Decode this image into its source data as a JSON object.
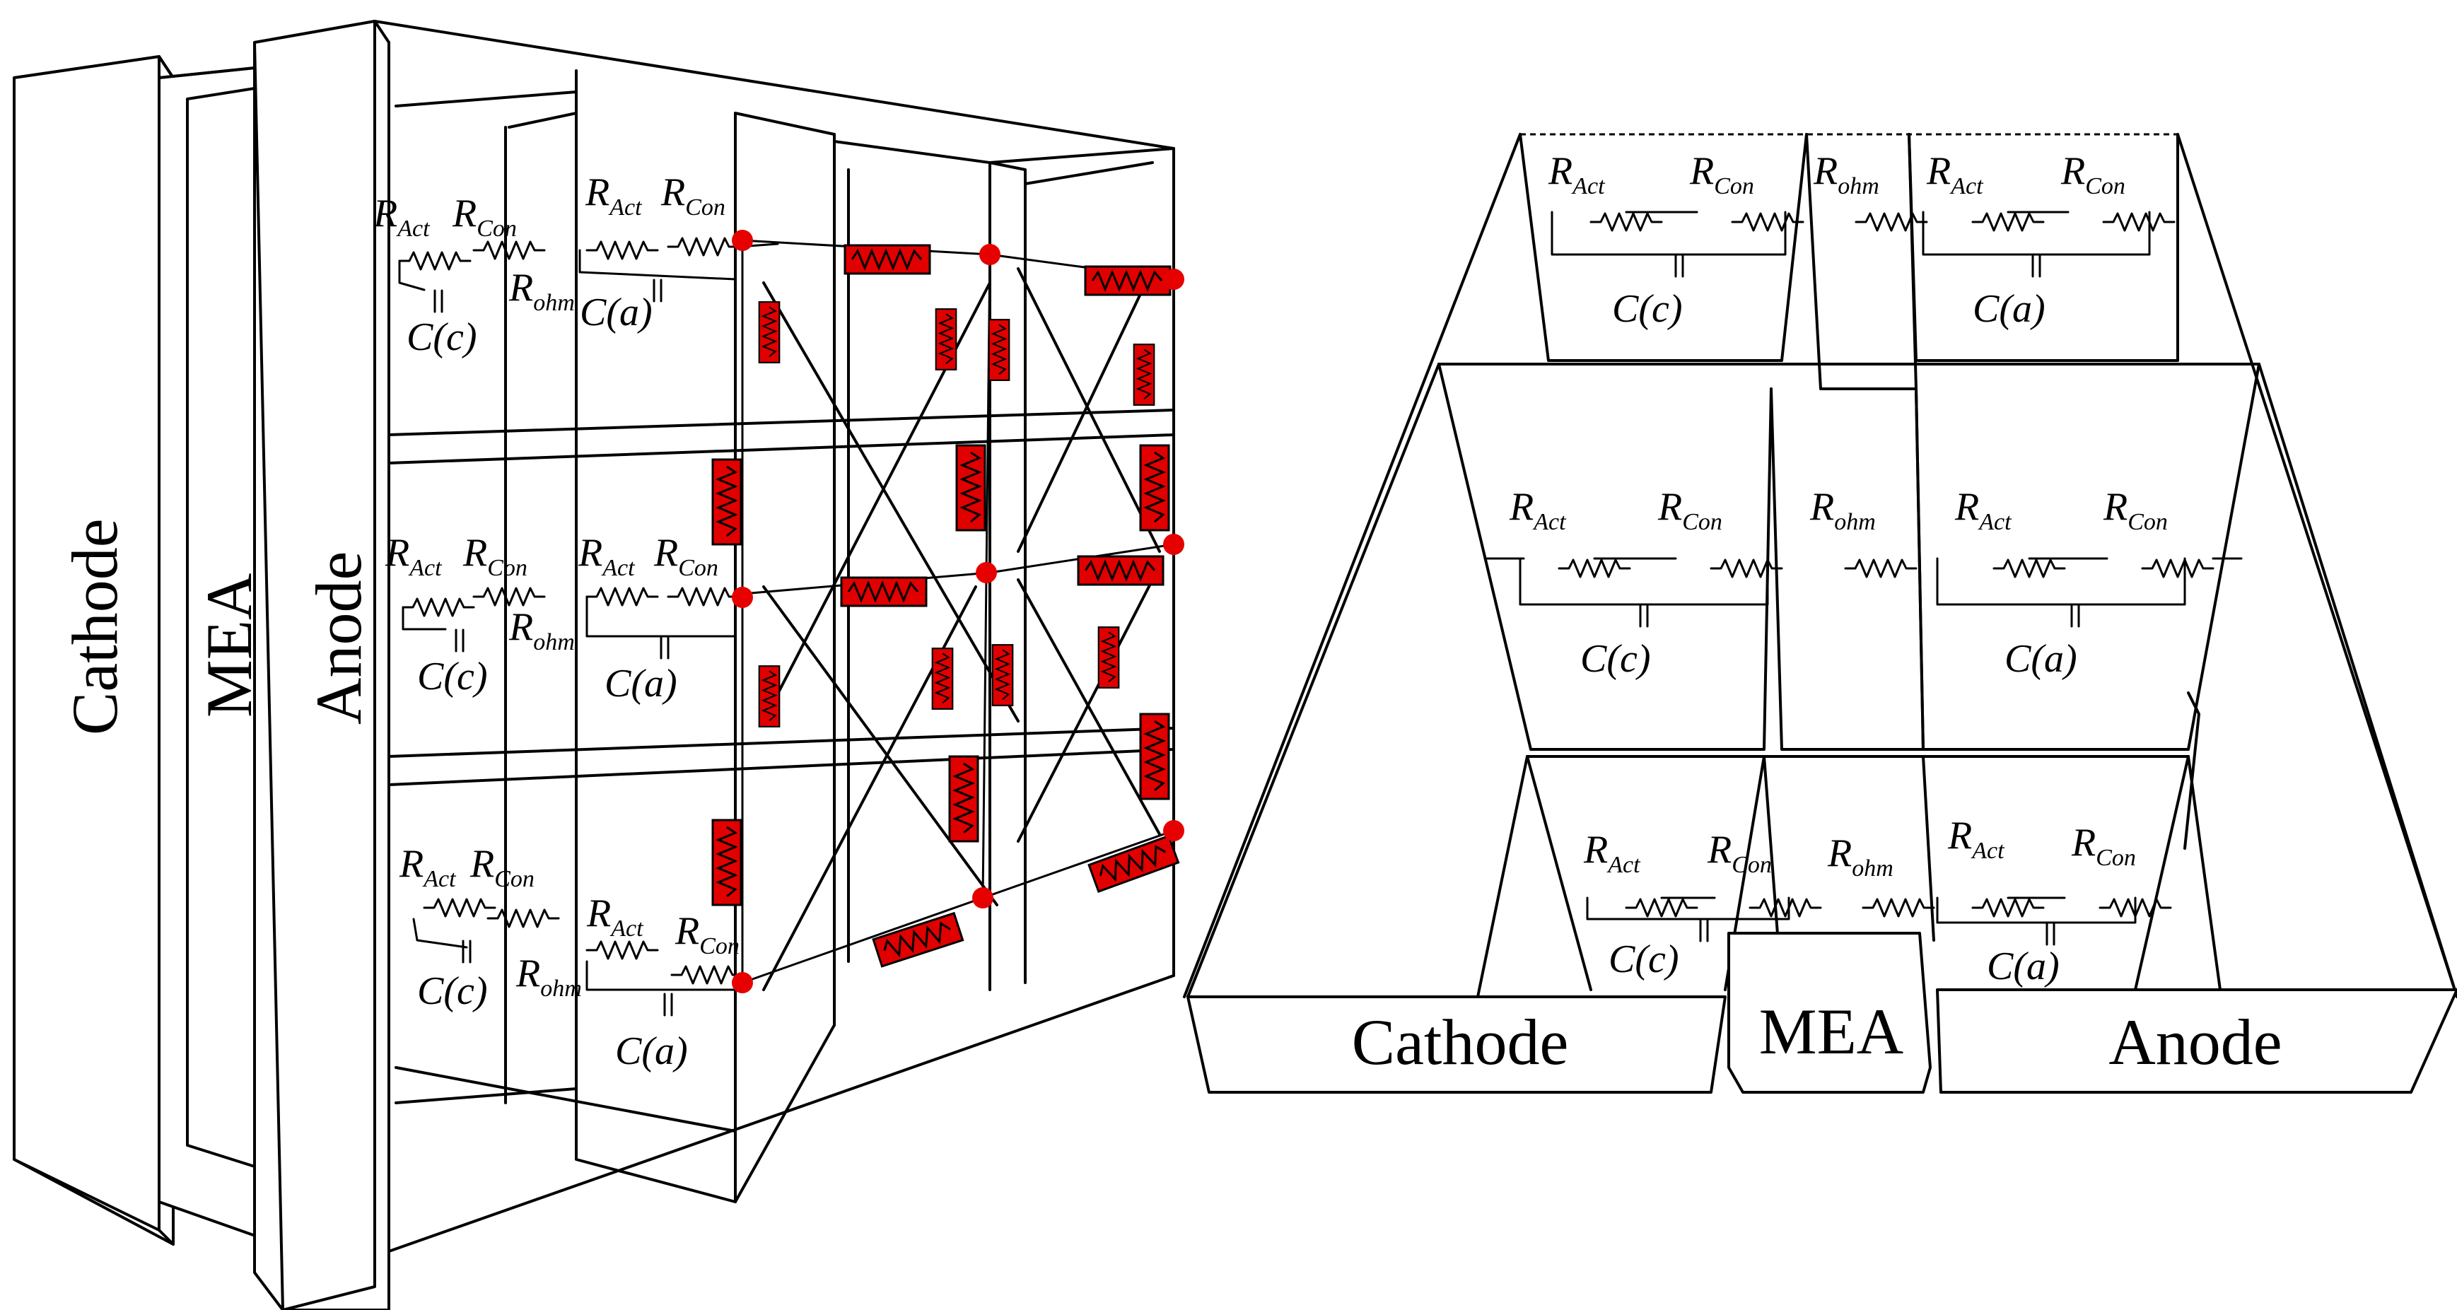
{
  "layers": {
    "cathode": "Cathode",
    "mea": "MEA",
    "anode": "Anode"
  },
  "circuit": {
    "r_act": {
      "sym": "R",
      "sub": "Act"
    },
    "r_con": {
      "sym": "R",
      "sub": "Con"
    },
    "r_ohm": {
      "sym": "R",
      "sub": "ohm"
    },
    "c_cathode": "C(c)",
    "c_anode": "C(a)"
  },
  "colors": {
    "node": "#e60000",
    "element": "#e00000",
    "line": "#000000"
  }
}
